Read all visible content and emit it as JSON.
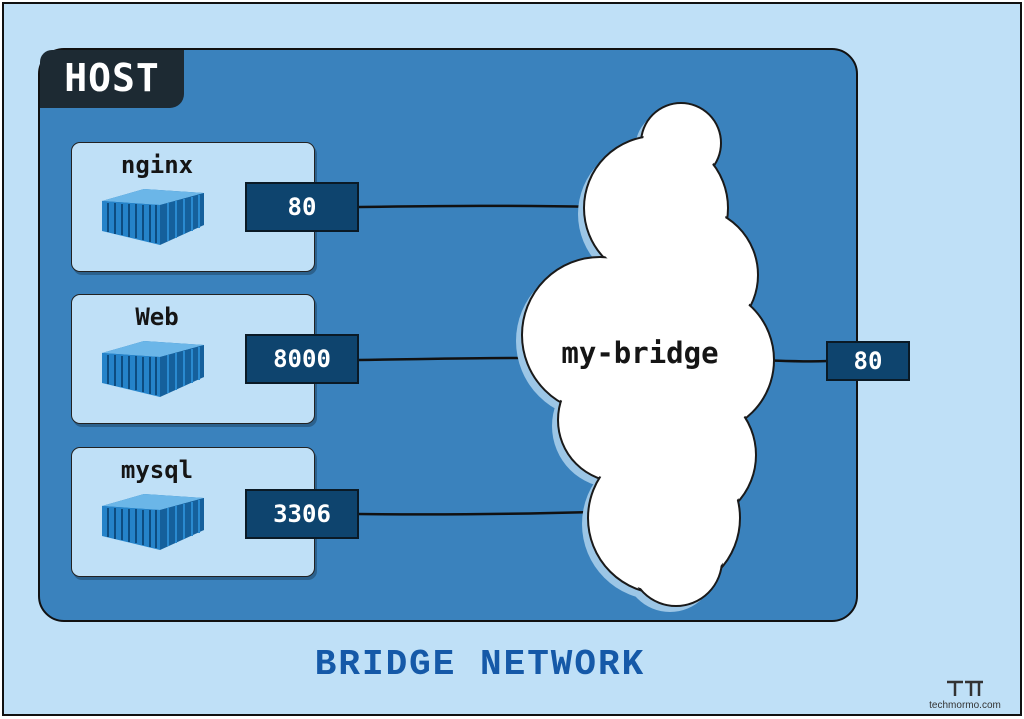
{
  "host": {
    "label": "HOST"
  },
  "containers": [
    {
      "name": "nginx",
      "port": "80"
    },
    {
      "name": "Web",
      "port": "8000"
    },
    {
      "name": "mysql",
      "port": "3306"
    }
  ],
  "bridge": {
    "label": "my-bridge",
    "external_port": "80"
  },
  "network": {
    "title": "BRIDGE NETWORK"
  },
  "brand": {
    "text": "techmormo.com"
  },
  "colors": {
    "background": "#bfe0f7",
    "host": "#3a82bd",
    "port": "#0e446e",
    "title": "#1559a8",
    "cloud": "#ffffff"
  }
}
